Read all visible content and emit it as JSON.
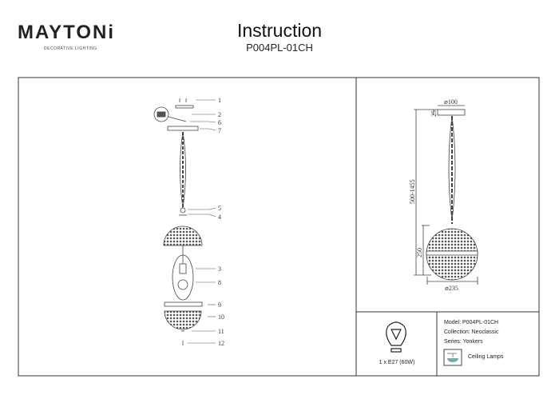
{
  "header": {
    "brand": "MAYTONi",
    "brand_sub": "DECORATIVE LIGHTING",
    "title": "Instruction",
    "model_code": "P004PL-01CH"
  },
  "parts": [
    "1",
    "2",
    "6",
    "7",
    "5",
    "4",
    "3",
    "8",
    "9",
    "10",
    "11",
    "12"
  ],
  "dimensions": {
    "canopy_diameter": "⌀100",
    "canopy_height": "25",
    "total_height": "500-1455",
    "shade_height": "250",
    "shade_diameter": "⌀235"
  },
  "specs": {
    "bulb": "1 x E27 (60W)",
    "model": "Model: P004PL-01CH",
    "collection": "Collection: Neoclassic",
    "series": "Series: Yonkers",
    "category": "Ceiling Lamps"
  }
}
